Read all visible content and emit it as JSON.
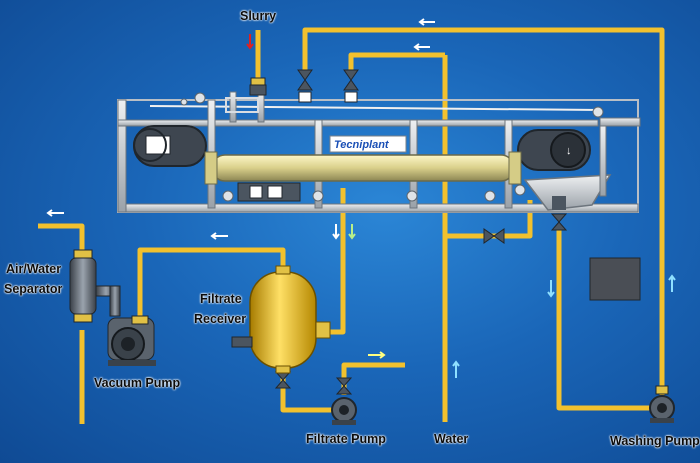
{
  "labels": {
    "slurry": "Slurry",
    "air_water_separator_1": "Air/Water",
    "air_water_separator_2": "Separator",
    "filtrate_receiver_1": "Filtrate",
    "filtrate_receiver_2": "Receiver",
    "vacuum_pump": "Vacuum Pump",
    "filtrate_pump": "Filtrate Pump",
    "water": "Water",
    "washing_pump": "Washing Pump",
    "brand": "Tecniplant"
  },
  "colors": {
    "background": "#1a66b8",
    "pipe": "#f2c12e",
    "frame": "#c8ccd1",
    "equipment": "#4b5560",
    "arrow_flow": "#ffffff",
    "arrow_slurry": "#e02020",
    "arrow_up": "#8fe0ff",
    "receiver": "#e8b400"
  }
}
